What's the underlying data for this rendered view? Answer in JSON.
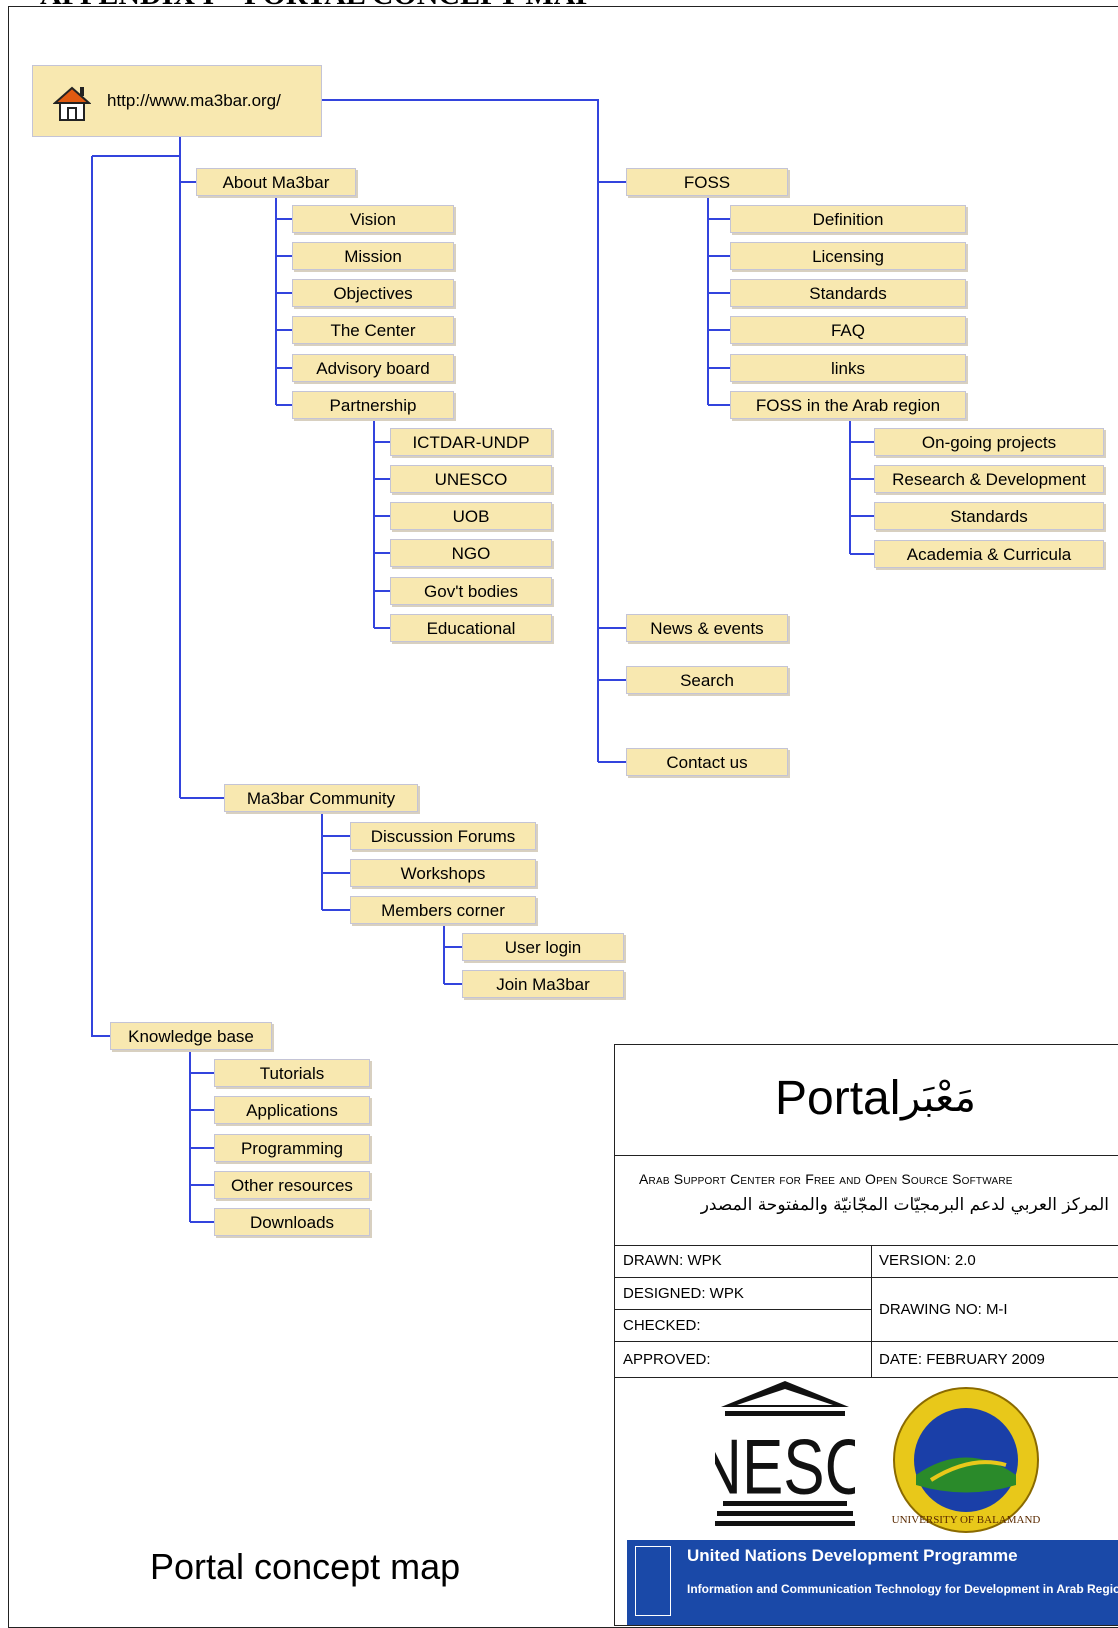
{
  "heading": "APPENDIX I – PORTAL CONCEPT MAP",
  "root": {
    "url": "http://www.ma3bar.org/",
    "icon": "house-icon"
  },
  "nodes": {
    "about": "About Ma3bar",
    "vision": "Vision",
    "mission": "Mission",
    "objectives": "Objectives",
    "center": "The Center",
    "advisory": "Advisory board",
    "partnership": "Partnership",
    "ictdar": "ICTDAR-UNDP",
    "unesco": "UNESCO",
    "uob": "UOB",
    "ngo": "NGO",
    "govt": "Gov't bodies",
    "educational": "Educational",
    "foss": "FOSS",
    "definition": "Definition",
    "licensing": "Licensing",
    "standards": "Standards",
    "faq": "FAQ",
    "links": "links",
    "fossarab": "FOSS in the Arab region",
    "ongoing": "On-going projects",
    "research": "Research & Development",
    "standards2": "Standards",
    "academia": "Academia & Curricula",
    "news": "News & events",
    "search": "Search",
    "contact": "Contact us",
    "community": "Ma3bar Community",
    "forums": "Discussion Forums",
    "workshops": "Workshops",
    "members": "Members corner",
    "login": "User login",
    "join": "Join Ma3bar",
    "knowledge": "Knowledge base",
    "tutorials": "Tutorials",
    "applications": "Applications",
    "programming": "Programming",
    "other": "Other resources",
    "downloads": "Downloads"
  },
  "footer_title": "Portal concept map",
  "title_block": {
    "portal_en": "Portal",
    "portal_ar": "مَعْبَر",
    "org_en": "Arab Support Center for Free and Open Source Software",
    "org_ar": "المركز العربي لدعم البرمجيّات المجّانيّة والمفتوحة المصدر",
    "drawn": "DRAWN: WPK",
    "version": "VERSION: 2.0",
    "designed": "DESIGNED: WPK",
    "drawing_no": "DRAWING NO:  M-I",
    "checked": "CHECKED:",
    "approved": "APPROVED:",
    "date": "DATE:  FEBRUARY 2009",
    "unesco_logo": "UNESCO",
    "uob_logo_text": "UNIVERSITY OF BALAMAND",
    "undp_line1": "United Nations Development Programme",
    "undp_line2": "Information and Communication Technology for Development in Arab Region"
  },
  "colors": {
    "connector": "#3344dd",
    "box": "#f8e8b0",
    "undp_blue": "#1a49a8"
  }
}
